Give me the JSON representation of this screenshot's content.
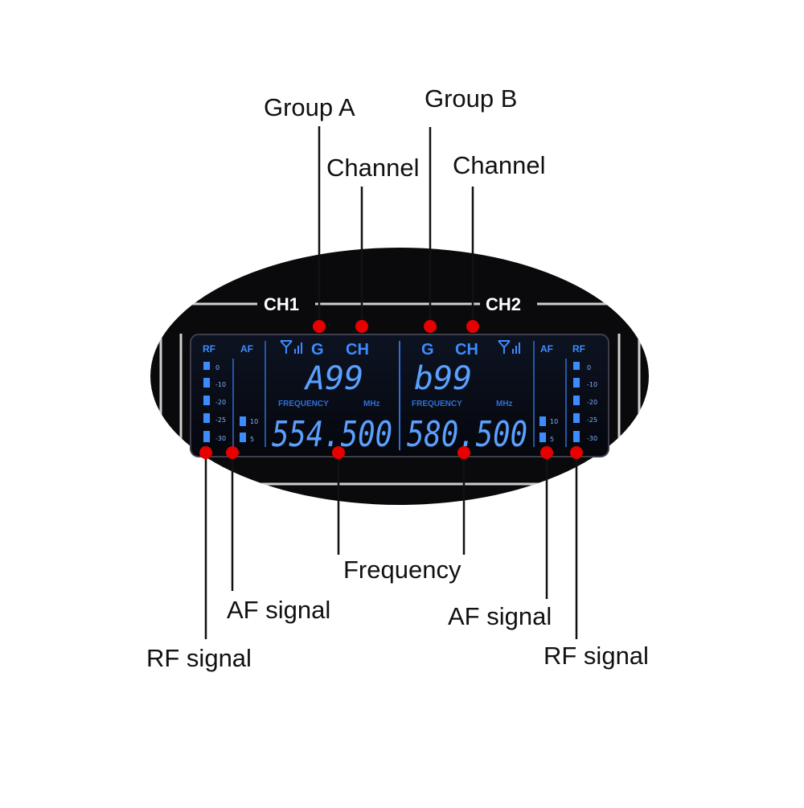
{
  "device": {
    "ch1_label": "CH1",
    "ch2_label": "CH2",
    "left_panel": {
      "rf_label": "RF",
      "af_label": "AF",
      "group_label": "G",
      "channel_label": "CH",
      "group_channel_value": "A99",
      "frequency_label": "FREQUENCY",
      "unit_label": "MHz",
      "frequency_value": "554.500"
    },
    "right_panel": {
      "rf_label": "RF",
      "af_label": "AF",
      "group_label": "G",
      "channel_label": "CH",
      "group_channel_value": "b99",
      "frequency_label": "FREQUENCY",
      "unit_label": "MHz",
      "frequency_value": "580.500"
    },
    "rf_scale_ticks": [
      "0",
      "-10",
      "-20",
      "-25",
      "-30"
    ],
    "af_scale_ticks": [
      "10",
      "5"
    ]
  },
  "callouts": {
    "group_a": "Group A",
    "group_b": "Group B",
    "channel_left": "Channel",
    "channel_right": "Channel",
    "frequency": "Frequency",
    "af_signal_left": "AF signal",
    "af_signal_right": "AF signal",
    "rf_signal_left": "RF signal",
    "rf_signal_right": "RF signal"
  },
  "colors": {
    "lcd_text": "#3d8cff",
    "lcd_bg": "#06080f",
    "marker": "#e60000",
    "leader_line": "#111111"
  }
}
